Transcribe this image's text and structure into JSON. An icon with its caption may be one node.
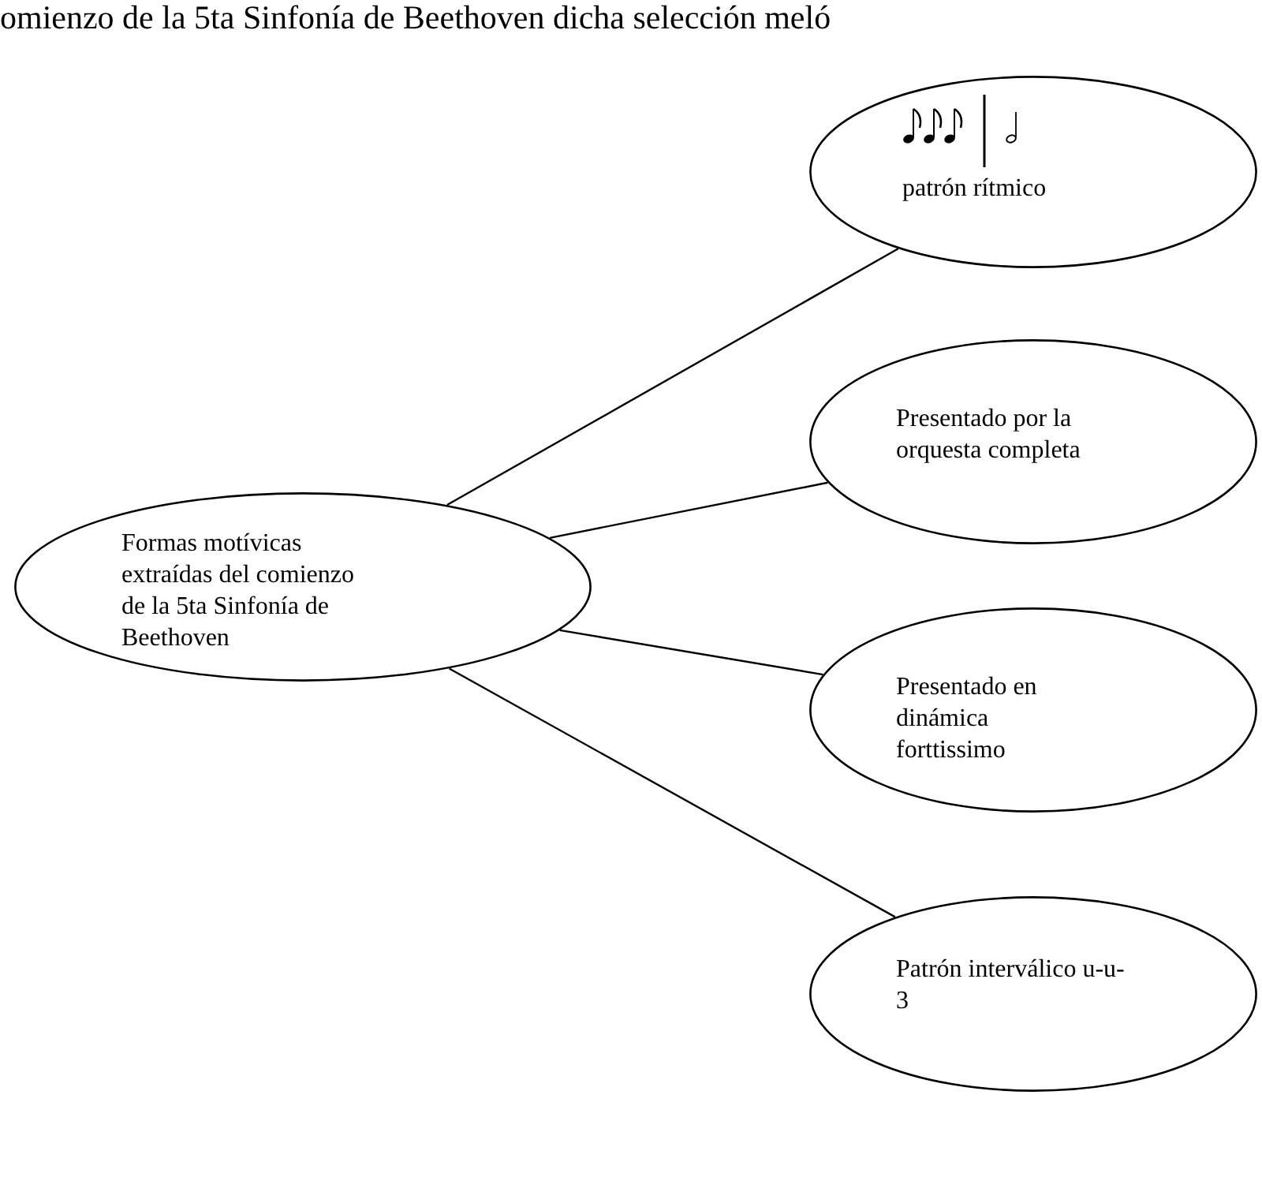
{
  "diagram": {
    "nodes": [
      {
        "text": [
          "Formas motívicas extraídas del comienzo de la 5ta Sinfonía de Beethoven"
        ]
      },
      {
        "text": [
          "patrón rítmico"
        ]
      },
      {
        "text": [
          "Presentado por la orquesta completa"
        ]
      },
      {
        "text": [
          "Presentado en dinámica forttissimo"
        ]
      },
      {
        "text": [
          "Patrón interválico u-u-3"
        ]
      }
    ],
    "edges": [
      {
        "from": 0,
        "to": 1,
        "arrow": "none"
      },
      {
        "from": 0,
        "to": 2,
        "arrow": "none"
      },
      {
        "from": 0,
        "to": 3,
        "arrow": "none"
      },
      {
        "from": 0,
        "to": 4,
        "arrow": "none"
      }
    ],
    "labels": [
      "omienzo de la 5ta Sinfonía de Beethoven dicha selección meló"
    ]
  }
}
